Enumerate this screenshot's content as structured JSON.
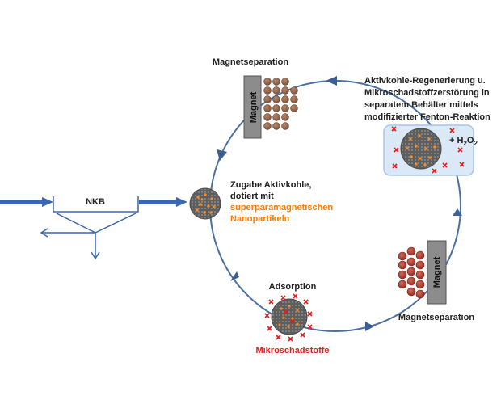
{
  "labels": {
    "nkb": "NKB",
    "magnetseparation_top": "Magnetseparation",
    "magnetseparation_bottom": "Magnetseparation",
    "magnet_top": "Magnet",
    "magnet_bottom": "Magnet",
    "zugabe_line1": "Zugabe Aktivkohle,",
    "zugabe_line2": "dotiert mit",
    "zugabe_line3": "superparamagnetischen",
    "zugabe_line4": "Nanopartikeln",
    "adsorption": "Adsorption",
    "mikroschadstoffe": "Mikroschadstoffe",
    "regen_line1": "Aktivkohle-Regenerierung u.",
    "regen_line2": "Mikroschadstoffzerstörung in",
    "regen_line3": "separatem Behälter mittels",
    "regen_line4": "modifizierter Fenton-Reaktion",
    "h2o2_prefix": "+ H",
    "h2o2_sub1": "2",
    "h2o2_mid": "O",
    "h2o2_sub2": "2"
  },
  "colors": {
    "cycle": "#4a6fa5",
    "flow_arrow": "#3b66b0",
    "particle": "#6e6e6e",
    "particle_dot": "#f08a24",
    "pollutant": "#e41b1b",
    "magnet_fill": "#8c8c8c",
    "cluster": "#9a6a4e",
    "cluster_red": "#c0392b",
    "tank_fill": "#dbe8f6",
    "tank_stroke": "#a8c4e4",
    "text_orange": "#ff7a00",
    "text_red": "#e41b1b"
  },
  "icons": {
    "particle": "activated-carbon-particle-icon",
    "pollutant": "pollutant-x-icon",
    "magnet": "magnet-block-icon"
  }
}
